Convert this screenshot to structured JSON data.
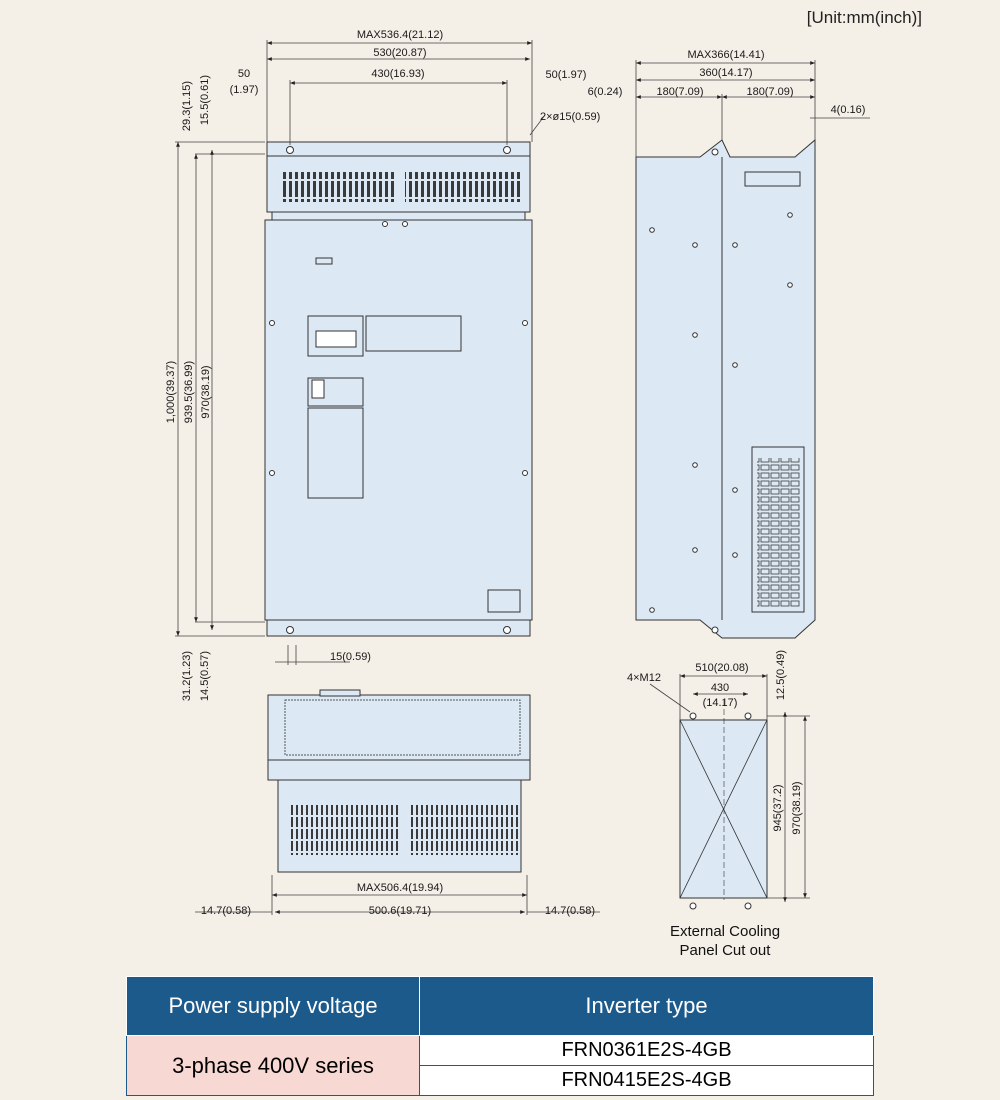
{
  "unit_label": "[Unit:mm(inch)]",
  "front_view": {
    "dims": {
      "max_width": "MAX536.4(21.12)",
      "width": "530(20.87)",
      "left_offset_a": "50",
      "left_offset_b": "(1.97)",
      "hole_pitch": "430(16.93)",
      "right_offset": "50(1.97)",
      "holes": "2×ø15(0.59)",
      "top_a": "29.3(1.15)",
      "top_b": "15.5(0.61)",
      "height_total": "1,000(39.37)",
      "height_mid": "939.5(36.99)",
      "height_inner": "970(38.19)",
      "bottom_a": "31.2(1.23)",
      "bottom_b": "14.5(0.57)",
      "slot": "15(0.59)"
    }
  },
  "side_view": {
    "dims": {
      "max_depth": "MAX366(14.41)",
      "depth": "360(14.17)",
      "flange": "6(0.24)",
      "front_depth": "180(7.09)",
      "rear_depth": "180(7.09)",
      "lip": "4(0.16)"
    }
  },
  "bottom_view": {
    "dims": {
      "max_width": "MAX506.4(19.94)",
      "width": "500.6(19.71)",
      "left_margin": "14.7(0.58)",
      "right_margin": "14.7(0.58)"
    }
  },
  "cutout": {
    "dims": {
      "bolts": "4×M12",
      "outer_pitch": "510(20.08)",
      "inner_pitch_a": "430",
      "inner_pitch_b": "(14.17)",
      "top_margin": "12.5(0.49)",
      "height_inner": "945(37.2)",
      "height_outer": "970(38.19)"
    },
    "caption_line1": "External Cooling",
    "caption_line2": "Panel Cut out"
  },
  "colors": {
    "panel_fill": "#dce9f5",
    "outline": "#333333",
    "table_header": "#1c5a8c",
    "series_cell": "#f7d8d3",
    "background": "#f4efe7"
  },
  "table": {
    "header_voltage": "Power supply voltage",
    "header_type": "Inverter type",
    "series": "3-phase 400V series",
    "models": [
      "FRN0361E2S-4GB",
      "FRN0415E2S-4GB"
    ]
  }
}
